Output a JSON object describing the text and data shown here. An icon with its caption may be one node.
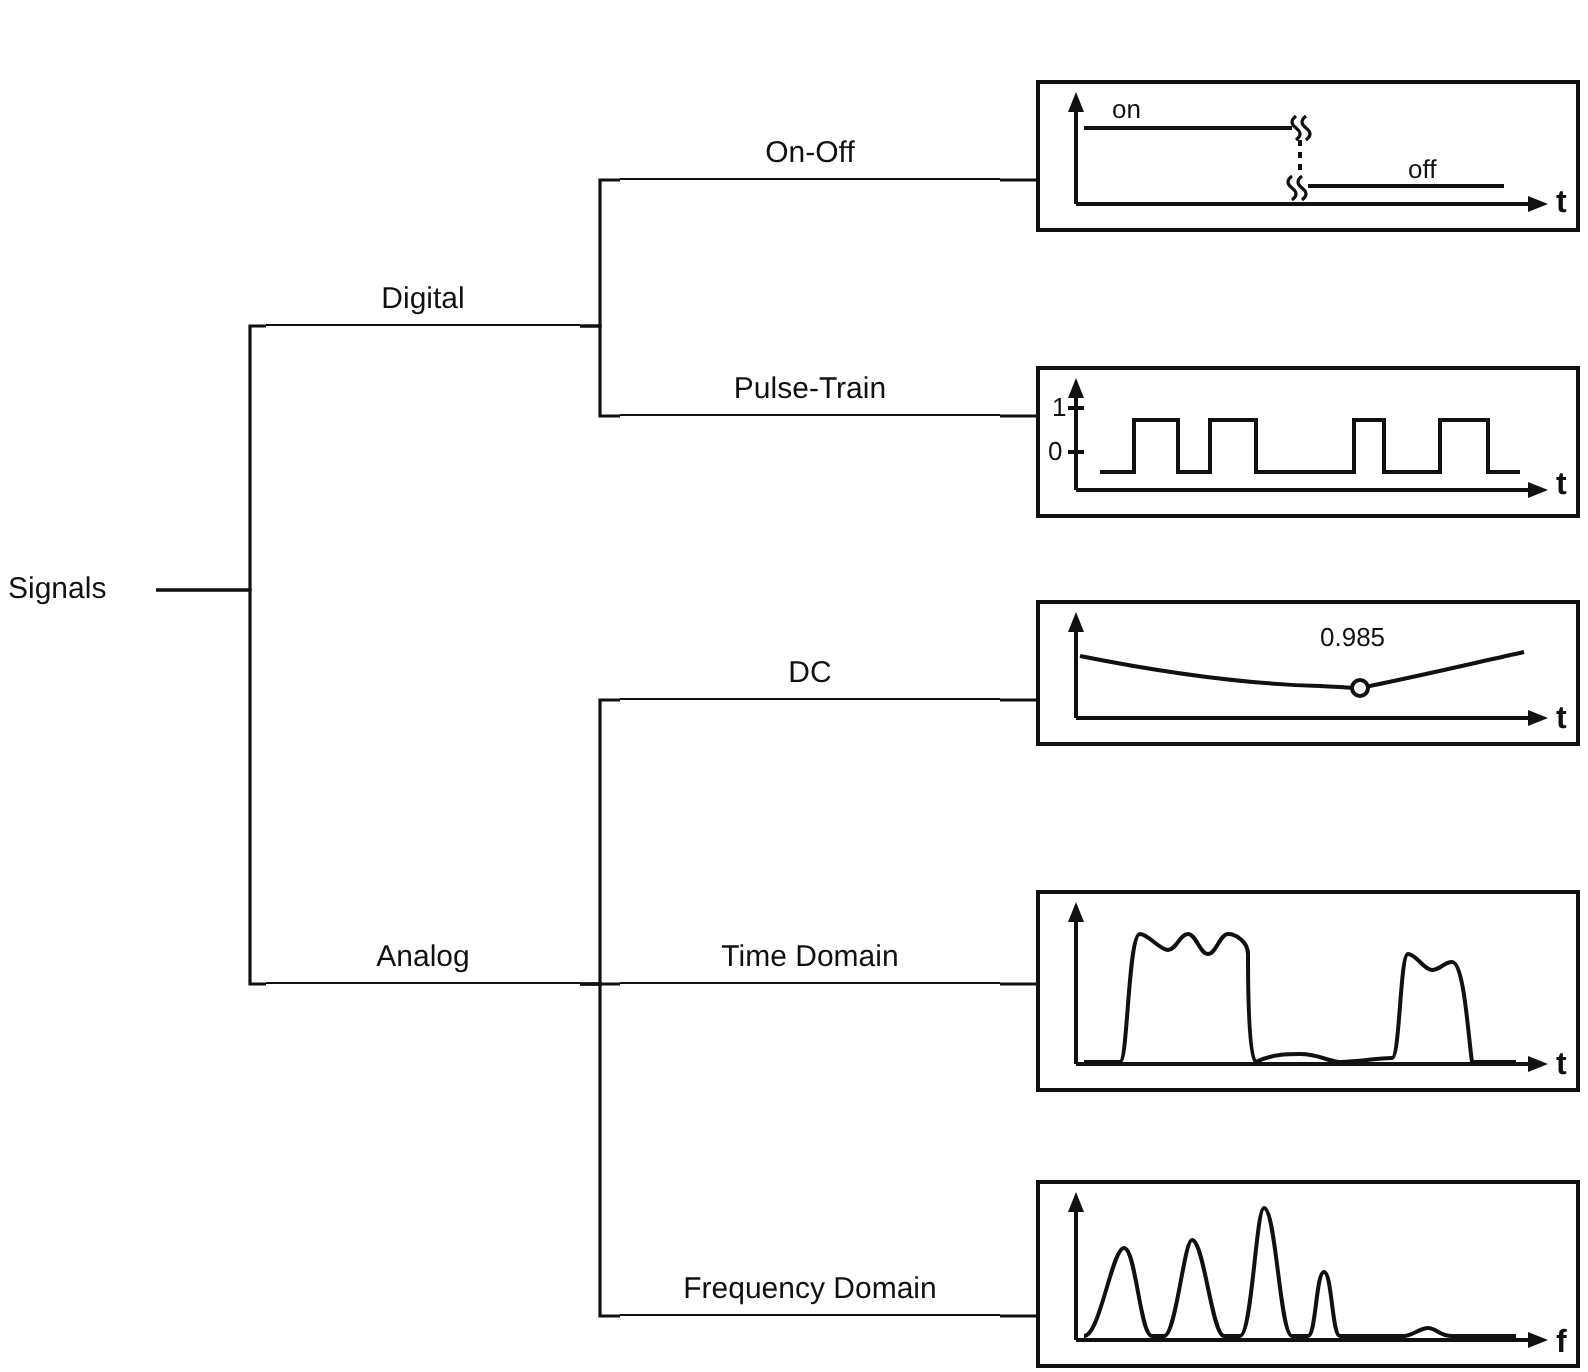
{
  "diagram": {
    "nodes": [
      {
        "text": [
          "Signals"
        ]
      },
      {
        "text": [
          "Digital"
        ]
      },
      {
        "text": [
          "Analog"
        ]
      },
      {
        "text": [
          "On-Off"
        ]
      },
      {
        "text": [
          "Pulse-Train"
        ]
      },
      {
        "text": [
          "DC"
        ]
      },
      {
        "text": [
          "Time Domain"
        ]
      },
      {
        "text": [
          "Frequency Domain"
        ]
      },
      {
        "text": [
          "on",
          "off",
          "t"
        ]
      },
      {
        "text": [
          "1",
          "0",
          "t"
        ]
      },
      {
        "text": [
          "0.985",
          "t"
        ]
      },
      {
        "text": [
          "t"
        ]
      },
      {
        "text": [
          "f"
        ]
      }
    ],
    "edges": [
      {
        "from": 0,
        "to": 1,
        "arrow": "none"
      },
      {
        "from": 0,
        "to": 2,
        "arrow": "none"
      },
      {
        "from": 1,
        "to": 3,
        "arrow": "none"
      },
      {
        "from": 1,
        "to": 4,
        "arrow": "none"
      },
      {
        "from": 2,
        "to": 5,
        "arrow": "none"
      },
      {
        "from": 2,
        "to": 6,
        "arrow": "none"
      },
      {
        "from": 2,
        "to": 7,
        "arrow": "none"
      },
      {
        "from": 3,
        "to": 8,
        "arrow": "none"
      },
      {
        "from": 4,
        "to": 9,
        "arrow": "none"
      },
      {
        "from": 5,
        "to": 10,
        "arrow": "none"
      },
      {
        "from": 6,
        "to": 11,
        "arrow": "none"
      },
      {
        "from": 7,
        "to": 12,
        "arrow": "none"
      }
    ]
  }
}
